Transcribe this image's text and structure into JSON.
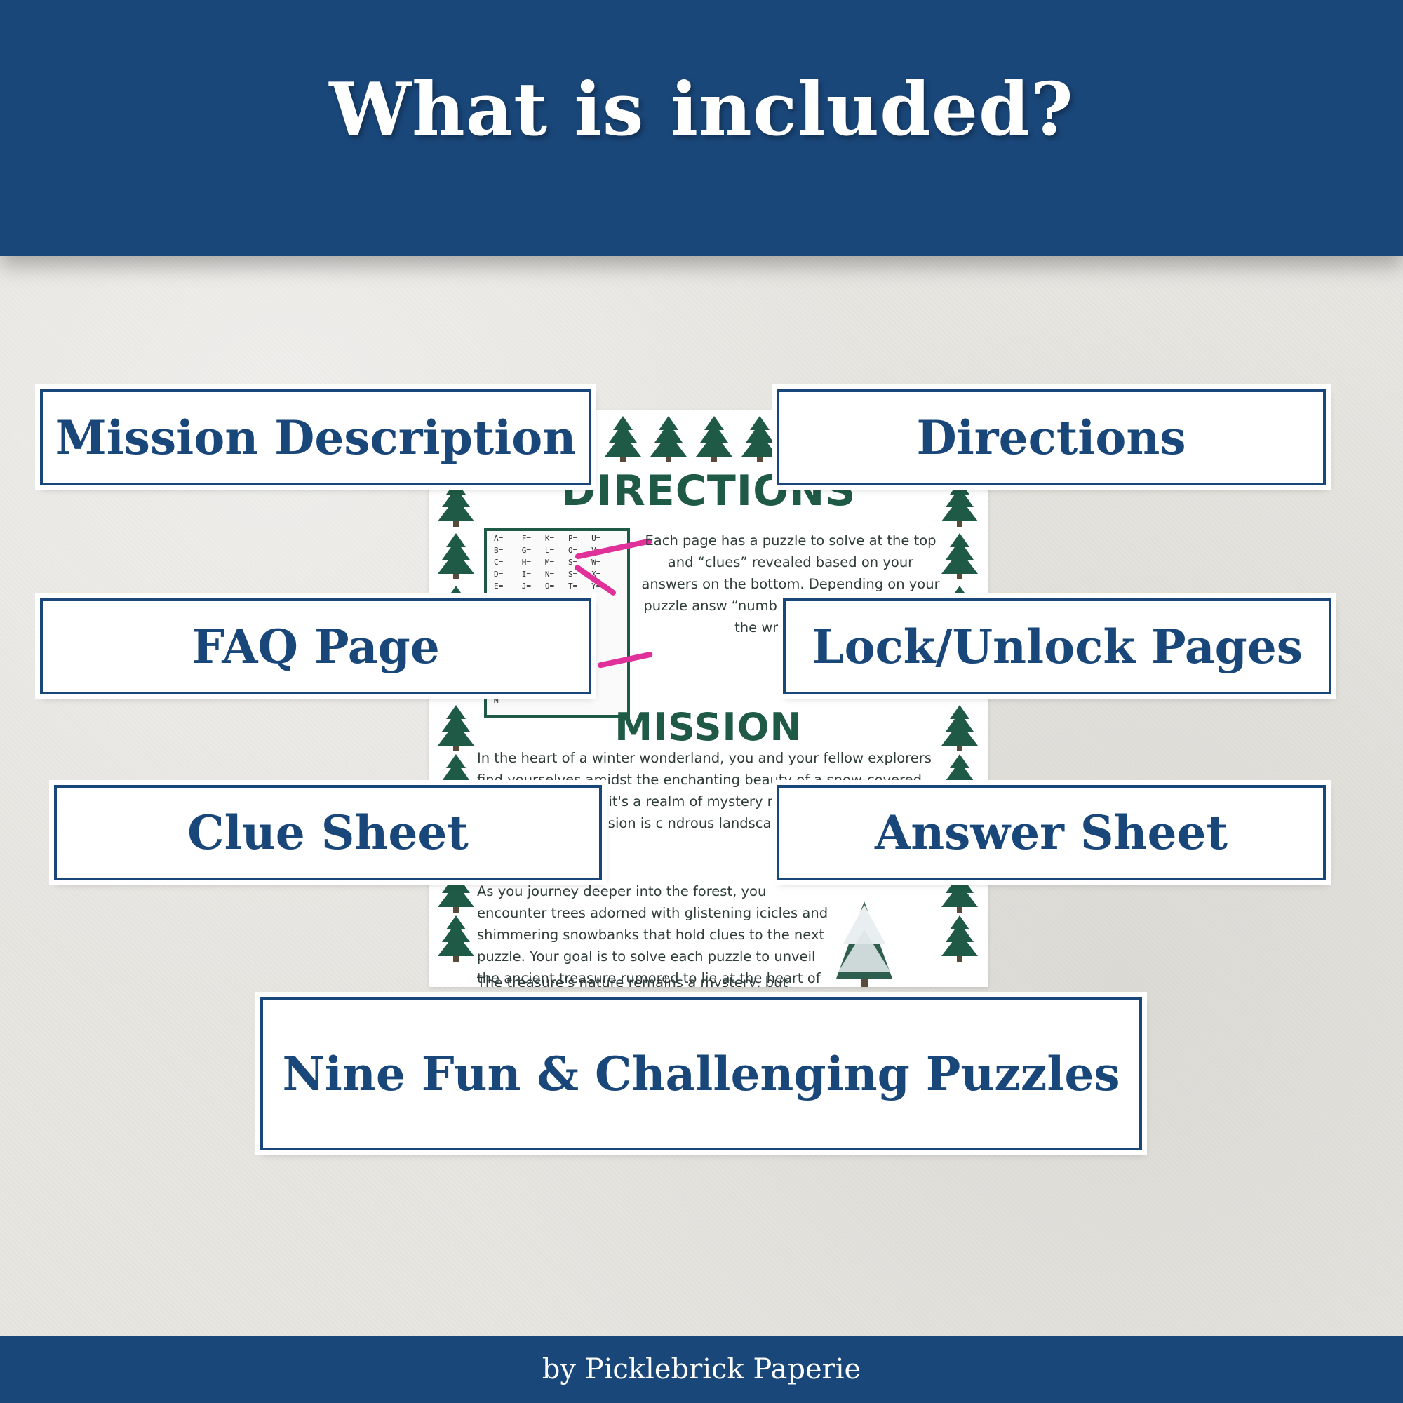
{
  "header": {
    "title": "What is included?"
  },
  "preview": {
    "directions_heading": "DIRECTIONS",
    "directions_text": "Each page has a puzzle to solve at the top and “clues” revealed based on your answers on the bottom. Depending on your puzzle answ “number” to the NOT write on the write on you",
    "mission_heading": "MISSION",
    "mission_text_1": "In the heart of a winter wonderland, you and your fellow explorers find yourselves amidst the enchanting beauty of a snow-covered forest. But this nd: it's a realm of mystery n the soft tinkling of snowfl creatures. Your mission is c ndrous landscape by solvir",
    "mission_text_2": "As you journey deeper into the forest, you encounter trees adorned with glistening icicles and shimmering snowbanks that hold clues to the next puzzle. Your goal is to solve each puzzle to unveil the ancient treasure rumored to lie at the heart of the winter wonderland.",
    "mission_text_3": "The treasure's nature remains a mystery, but legends",
    "puzzle_rows": [
      "A=    F=   K=   P=   U=",
      "B=    G=   L=   Q=   V=",
      "C=    H=   M=   S=   W=",
      "D=    I=   N=   S=   X=",
      "E=    J=   O=   T=   Y=",
      "M"
    ]
  },
  "labels": {
    "mission_description": "Mission Description",
    "directions": "Directions",
    "faq_page": "FAQ Page",
    "lock_unlock_pages": "Lock/Unlock Pages",
    "clue_sheet": "Clue Sheet",
    "answer_sheet": "Answer Sheet",
    "puzzles": "Nine Fun & Challenging Puzzles"
  },
  "footer": {
    "credit": "by Picklebrick Paperie"
  },
  "colors": {
    "brand_blue": "#1a477a",
    "tree_green": "#1e5a45",
    "accent_pink": "#e0309a"
  },
  "icons": [
    "pine-tree-icon",
    "snowy-tree-icon",
    "arrow-icon"
  ]
}
